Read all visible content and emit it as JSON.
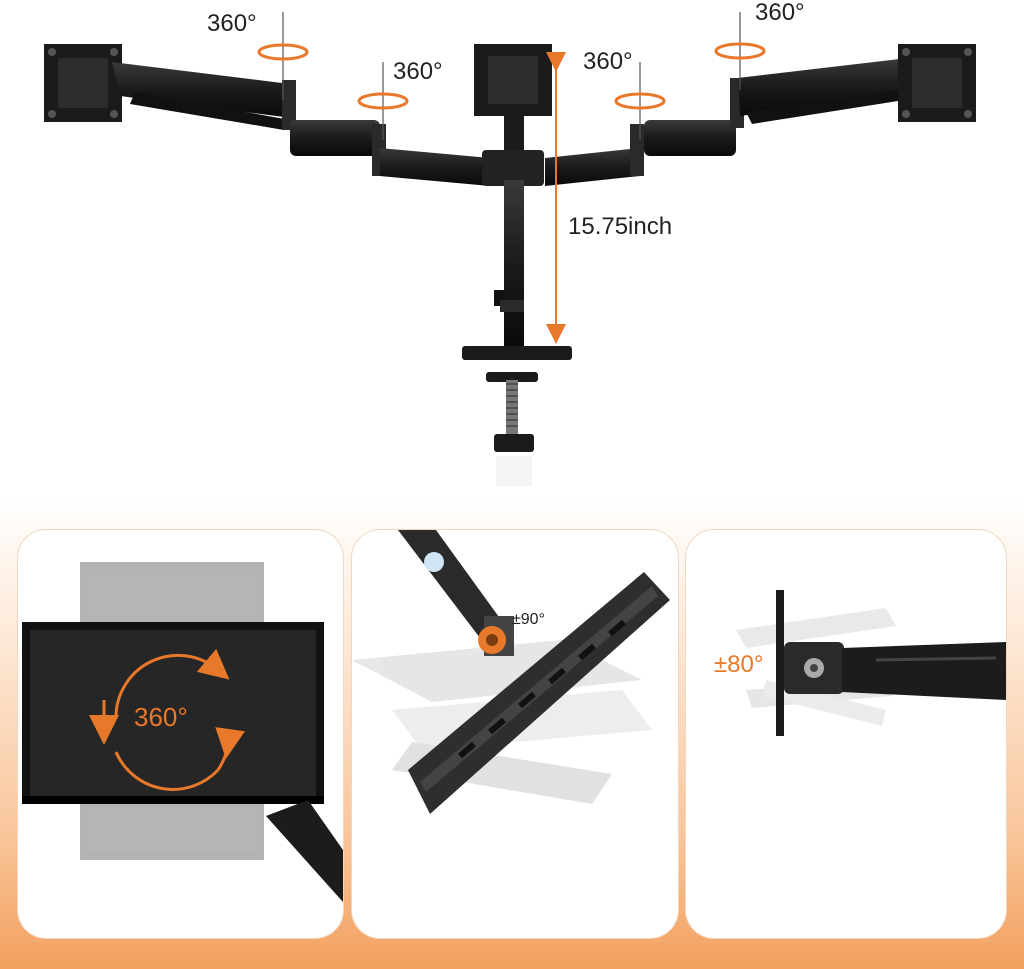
{
  "hero": {
    "rotation_labels": [
      "360°",
      "360°",
      "360°",
      "360°"
    ],
    "height_label": "15.75inch"
  },
  "panels": {
    "rotate_label": "360°",
    "tilt_label": "±90°",
    "swivel_label": "±80°"
  },
  "colors": {
    "accent": "#e8782a",
    "metal": "#1b1b1b",
    "band": "#f3a05e"
  }
}
